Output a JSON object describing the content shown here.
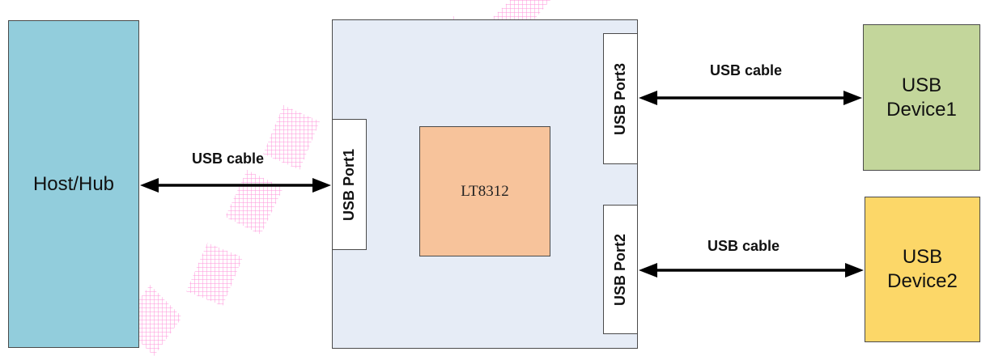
{
  "diagram": {
    "host": {
      "label": "Host/Hub"
    },
    "chip": {
      "label": "LT8312"
    },
    "ports": {
      "port1": "USB Port1",
      "port2": "USB Port2",
      "port3": "USB Port3"
    },
    "devices": {
      "device1": {
        "line1": "USB",
        "line2": "Device1"
      },
      "device2": {
        "line1": "USB",
        "line2": "Device2"
      }
    },
    "cables": {
      "cable1": "USB cable",
      "cable2": "USB cable",
      "cable3": "USB cable"
    }
  },
  "colors": {
    "host_fill": "#92cddc",
    "board_fill": "#e6ecf6",
    "chip_fill": "#f7c39b",
    "device1_fill": "#c3d69b",
    "device2_fill": "#fcd768",
    "watermark": "#ff66cc"
  }
}
